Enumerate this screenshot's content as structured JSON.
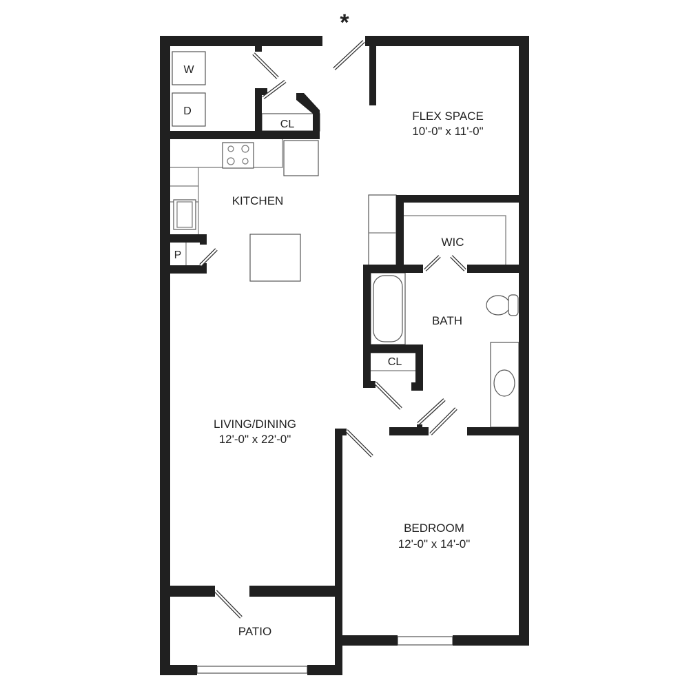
{
  "rooms": {
    "flex": {
      "name": "FLEX SPACE",
      "size": "10'-0\" x 11'-0\""
    },
    "kitchen": {
      "name": "KITCHEN"
    },
    "wic": {
      "name": "WIC"
    },
    "bath": {
      "name": "BATH"
    },
    "living": {
      "name": "LIVING/DINING",
      "size": "12'-0\" x 22'-0\""
    },
    "bedroom": {
      "name": "BEDROOM",
      "size": "12'-0\" x 14'-0\""
    },
    "patio": {
      "name": "PATIO"
    }
  },
  "fixtures": {
    "washer": "W",
    "dryer": "D",
    "closet_laundry": "CL",
    "closet_bath": "CL",
    "pantry": "P"
  },
  "marker": "*",
  "colors": {
    "wall": "#202020",
    "text": "#222222"
  }
}
